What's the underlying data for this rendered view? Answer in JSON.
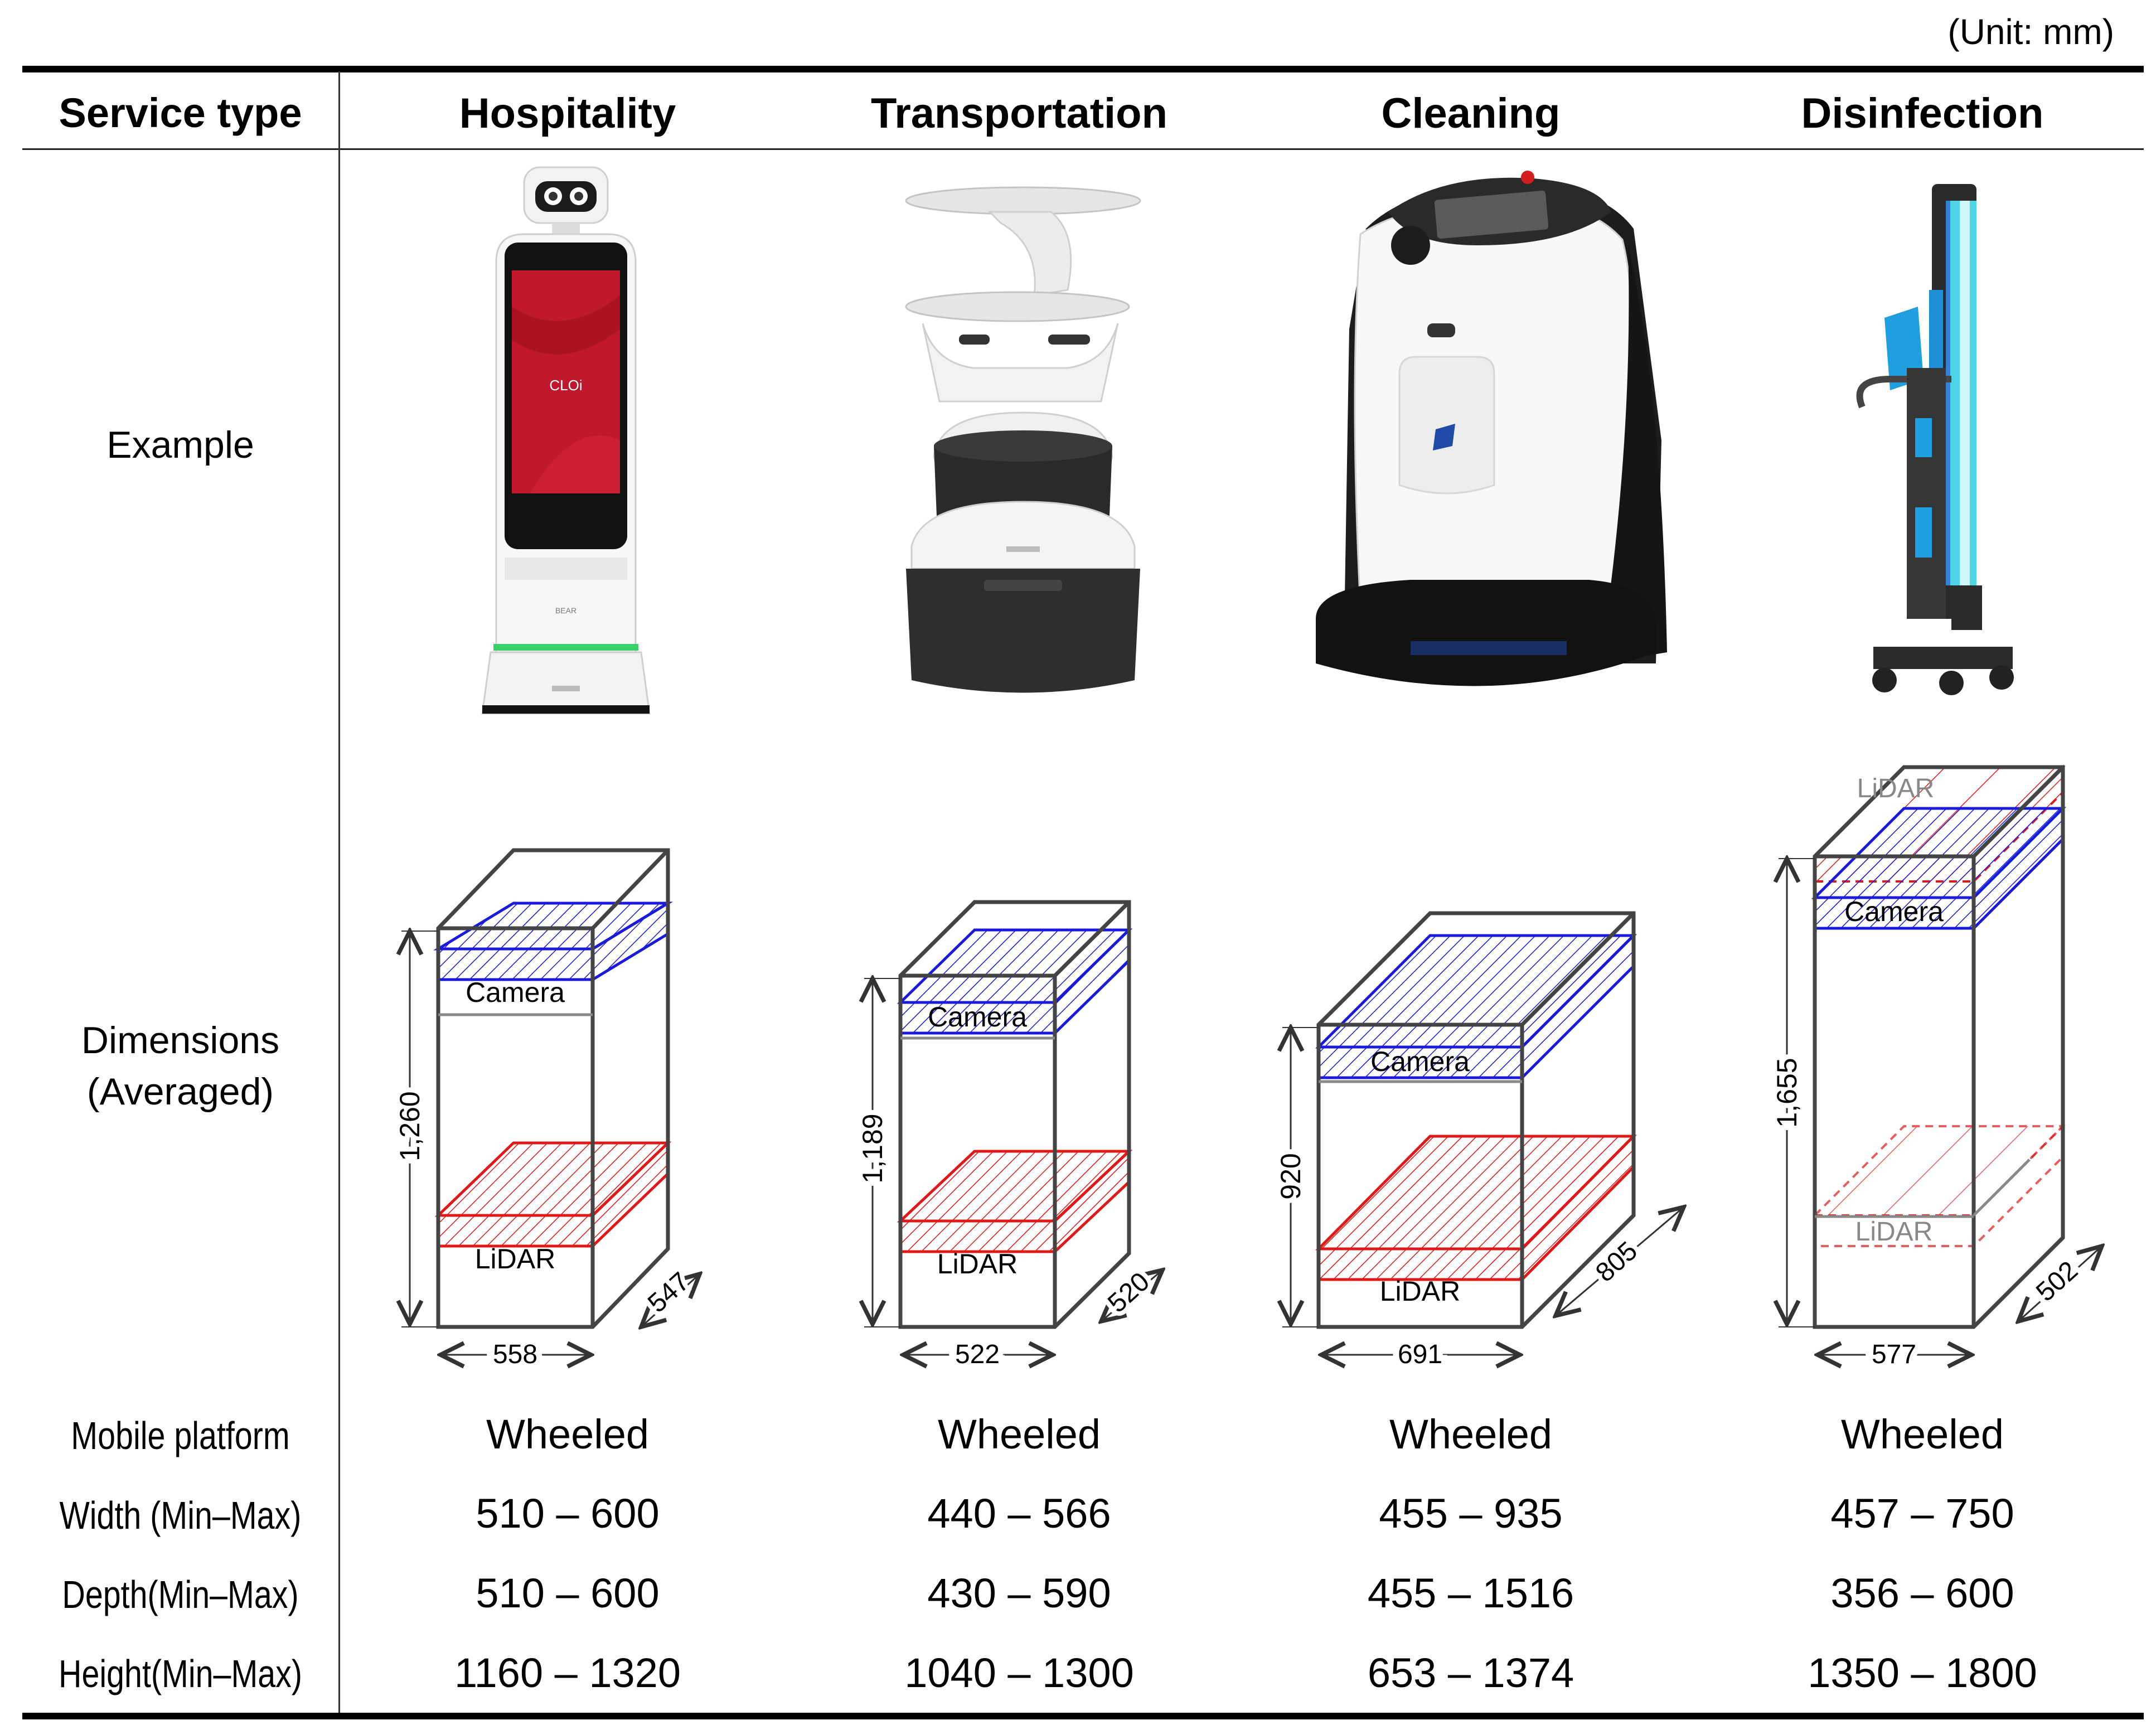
{
  "unit_note": "(Unit: mm)",
  "header": {
    "row_label": "Service type",
    "columns": [
      "Hospitality",
      "Transportation",
      "Cleaning",
      "Disinfection"
    ]
  },
  "rows": {
    "example_label": "Example",
    "dimensions_label": [
      "Dimensions",
      "(Averaged)"
    ],
    "mobile_platform_label": "Mobile platform",
    "width_label": "Width (Min–Max)",
    "depth_label": "Depth(Min–Max)",
    "height_label": "Height(Min–Max)"
  },
  "robots": [
    {
      "screen_text": "CLOi",
      "base_text": "BEAR",
      "dims": {
        "height": "1,260",
        "width": "558",
        "depth": "547",
        "camera": "Camera",
        "lidar": "LiDAR"
      },
      "platform": "Wheeled",
      "width_range": "510 – 600",
      "depth_range": "510 – 600",
      "height_range": "1160 – 1320"
    },
    {
      "dims": {
        "height": "1,189",
        "width": "522",
        "depth": "520",
        "camera": "Camera",
        "lidar": "LiDAR"
      },
      "platform": "Wheeled",
      "width_range": "440 – 566",
      "depth_range": "430 – 590",
      "height_range": "1040 – 1300"
    },
    {
      "dims": {
        "height": "920",
        "width": "691",
        "depth": "805",
        "camera": "Camera",
        "lidar": "LiDAR"
      },
      "platform": "Wheeled",
      "width_range": "455 – 935",
      "depth_range": "455 – 1516",
      "height_range": "653 – 1374"
    },
    {
      "dims": {
        "height": "1,655",
        "width": "577",
        "depth": "502",
        "camera": "Camera",
        "lidar_top": "LiDAR",
        "lidar_bottom": "LiDAR"
      },
      "platform": "Wheeled",
      "width_range": "457 – 750",
      "depth_range": "356 – 600",
      "height_range": "1350 – 1800"
    }
  ],
  "colors": {
    "camera": "#1a1adc",
    "lidar": "#e01818",
    "outline": "#444444",
    "lidar_faded": "#888888"
  },
  "icons": [
    "guide-robot-image",
    "serving-robot-image",
    "cleaning-robot-image",
    "uv-disinfection-robot-image"
  ]
}
